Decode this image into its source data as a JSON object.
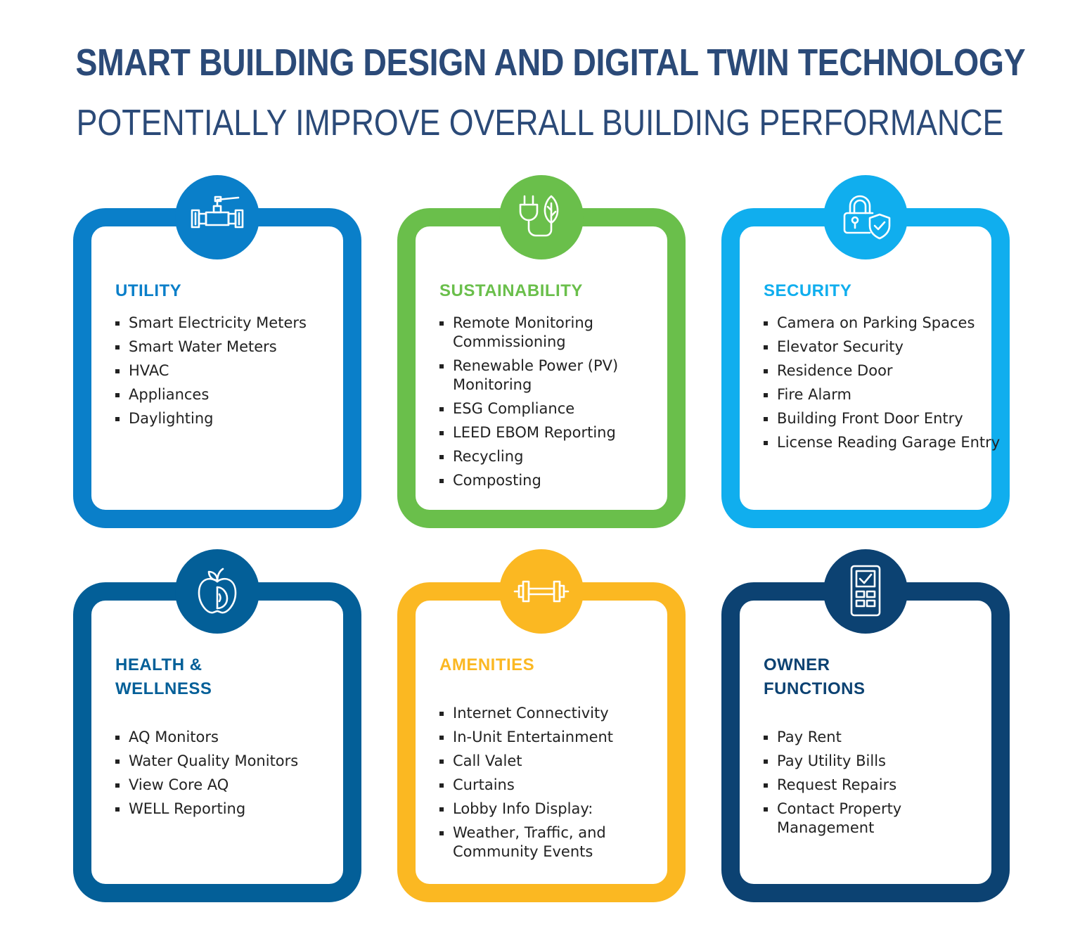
{
  "header": {
    "title": "SMART BUILDING DESIGN AND DIGITAL TWIN TECHNOLOGY",
    "subtitle": "POTENTIALLY IMPROVE OVERALL BUILDING PERFORMANCE"
  },
  "cards": [
    {
      "title": "UTILITY",
      "color": "#0a7fc9",
      "icon": "pipe-valve-icon",
      "items": [
        "Smart Electricity Meters",
        "Smart Water Meters",
        "HVAC",
        "Appliances",
        "Daylighting"
      ]
    },
    {
      "title": "SUSTAINABILITY",
      "color": "#6abf4b",
      "icon": "plug-leaf-icon",
      "items": [
        "Remote Monitoring Commissioning",
        "Renewable Power (PV) Monitoring",
        "ESG Compliance",
        "LEED EBOM Reporting",
        "Recycling",
        "Composting"
      ]
    },
    {
      "title": "SECURITY",
      "color": "#10aeee",
      "icon": "padlock-shield-icon",
      "items": [
        "Camera on Parking Spaces",
        "Elevator Security",
        "Residence Door",
        "Fire Alarm",
        "Building Front Door Entry",
        "License Reading Garage Entry"
      ]
    },
    {
      "title": "HEALTH & WELLNESS",
      "color": "#035f98",
      "icon": "apple-icon",
      "items": [
        "AQ Monitors",
        "Water Quality Monitors",
        "View Core AQ",
        "WELL Reporting"
      ]
    },
    {
      "title": "AMENITIES",
      "color": "#fbb822",
      "icon": "dumbbell-icon",
      "items": [
        "Internet Connectivity",
        "In-Unit Entertainment",
        "Call Valet",
        "Curtains",
        "Lobby Info Display:",
        "Weather, Traffic, and Community Events"
      ]
    },
    {
      "title": "OWNER FUNCTIONS",
      "color": "#0c4272",
      "icon": "tablet-checklist-icon",
      "items": [
        "Pay Rent",
        "Pay Utility Bills",
        "Request Repairs",
        "Contact Property Management"
      ]
    }
  ]
}
